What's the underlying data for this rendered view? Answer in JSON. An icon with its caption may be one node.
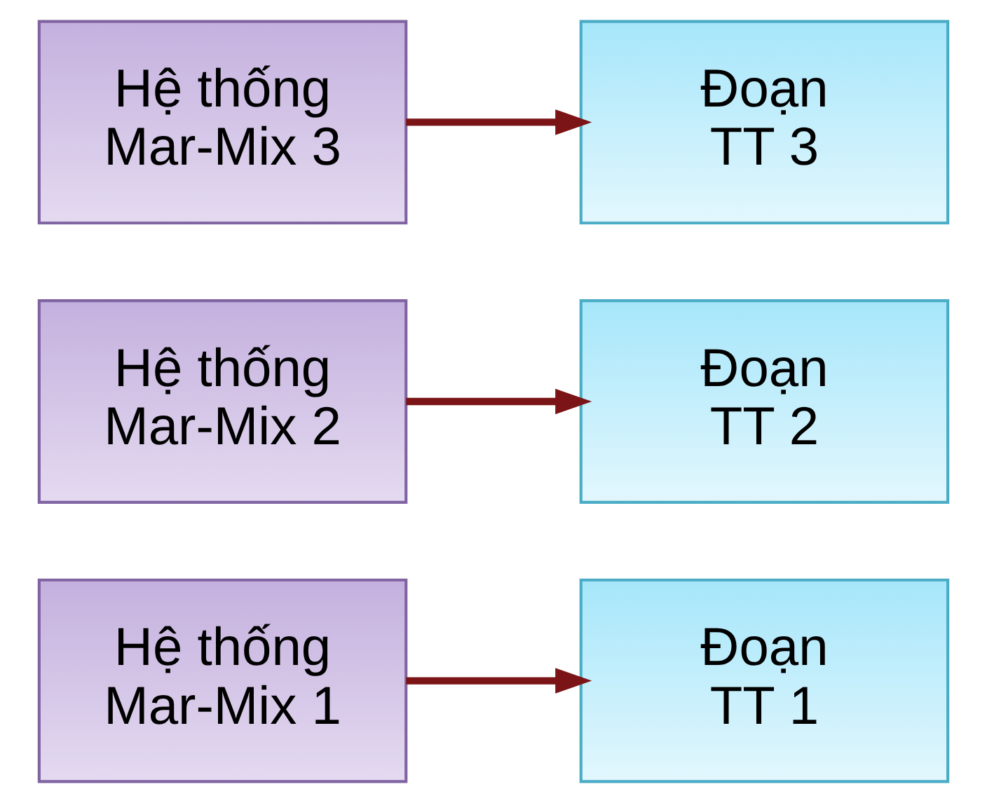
{
  "diagram": {
    "nodes": [
      {
        "text": [
          "Hệ thống Mar-Mix 1"
        ]
      },
      {
        "text": [
          "Đoạn TT 1"
        ]
      },
      {
        "text": [
          "Hệ thống Mar-Mix 2"
        ]
      },
      {
        "text": [
          "Đoạn TT 2"
        ]
      },
      {
        "text": [
          "Hệ thống Mar-Mix 3"
        ]
      },
      {
        "text": [
          "Đoạn TT 3"
        ]
      }
    ],
    "edges": [
      {
        "from": 0,
        "to": 1,
        "arrow": "to"
      },
      {
        "from": 2,
        "to": 3,
        "arrow": "to"
      },
      {
        "from": 4,
        "to": 5,
        "arrow": "to"
      }
    ]
  }
}
